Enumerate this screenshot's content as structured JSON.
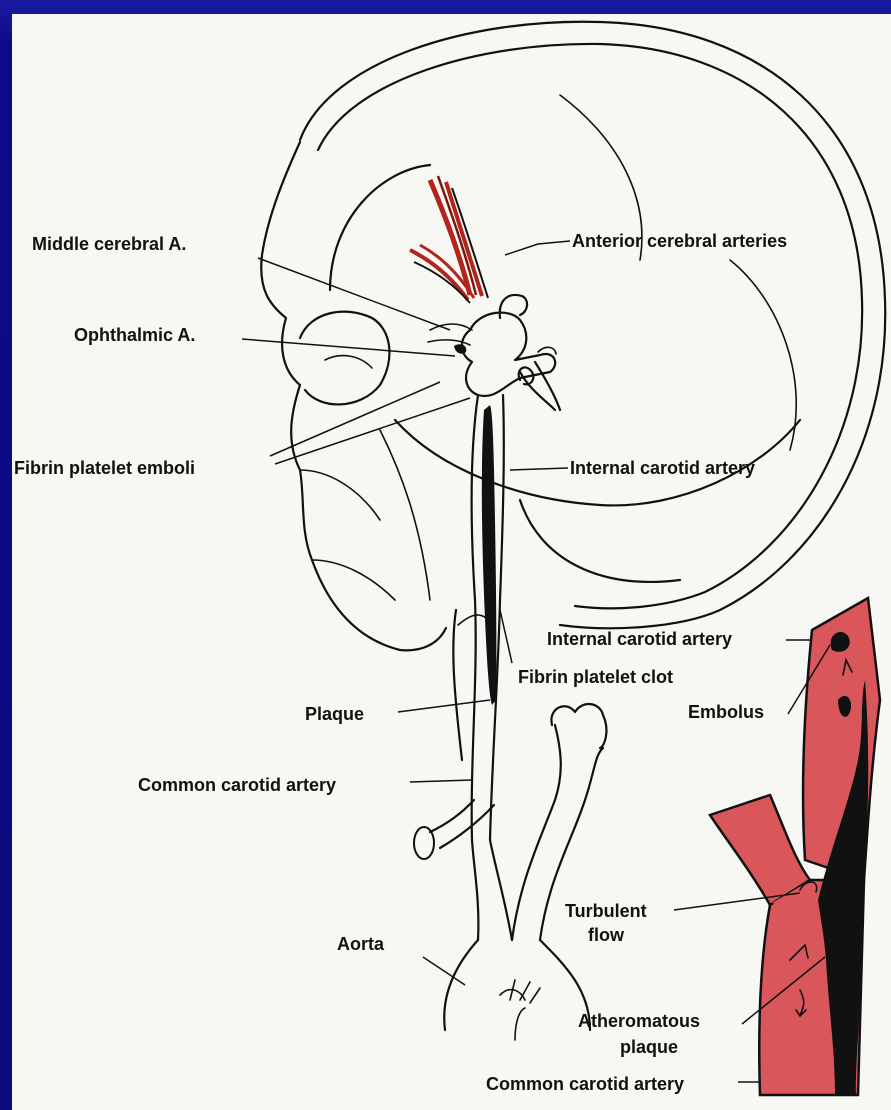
{
  "labels": {
    "middle_cerebral": "Middle cerebral A.",
    "anterior_cerebral": "Anterior cerebral arteries",
    "ophthalmic": "Ophthalmic A.",
    "fibrin_emboli": "Fibrin platelet emboli",
    "internal_carotid_upper": "Internal carotid artery",
    "internal_carotid_lower": "Internal carotid artery",
    "fibrin_clot": "Fibrin platelet clot",
    "embolus": "Embolus",
    "plaque": "Plaque",
    "common_carotid_left": "Common carotid artery",
    "aorta": "Aorta",
    "turbulent_line1": "Turbulent",
    "turbulent_line2": "flow",
    "atheromatous_line1": "Atheromatous",
    "atheromatous_line2": "plaque",
    "common_carotid_bottom": "Common carotid artery"
  },
  "colors": {
    "slide_background": "#0a0a7c",
    "panel_background": "#f7f7f3",
    "artery_red": "#d9575a",
    "cerebral_red": "#b3241c",
    "ink": "#111111"
  }
}
